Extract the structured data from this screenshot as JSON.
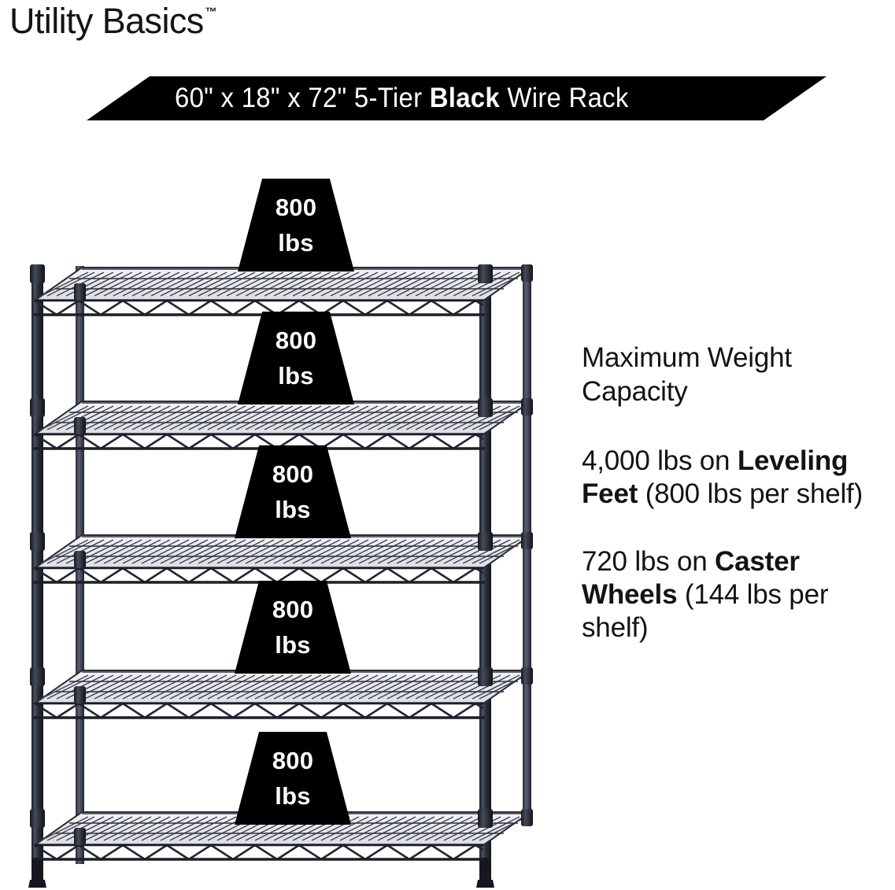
{
  "brand": {
    "name": "Utility Basics",
    "trademark": "™"
  },
  "banner": {
    "dimensions": "60\" x 18\" x 72\"",
    "tiers": "5-Tier",
    "color_word": "Black",
    "product": "Wire Rack",
    "full_text_prefix": "60\" x 18\" x 72\" 5-Tier ",
    "full_text_suffix": " Wire Rack",
    "background": "#000000",
    "text_color": "#ffffff"
  },
  "capacity": {
    "heading": "Maximum Weight Capacity",
    "leveling": {
      "total": "4,000 lbs on ",
      "bold": "Leveling Feet",
      "detail": " (800 lbs per shelf)"
    },
    "caster": {
      "total": "720 lbs on ",
      "bold": "Caster Wheels",
      "detail": " (144 lbs per shelf)"
    }
  },
  "rack": {
    "shelf_count": 5,
    "frame_color": "#2a2d38",
    "badges": [
      {
        "value": "800",
        "unit": "lbs"
      },
      {
        "value": "800",
        "unit": "lbs"
      },
      {
        "value": "800",
        "unit": "lbs"
      },
      {
        "value": "800",
        "unit": "lbs"
      },
      {
        "value": "800",
        "unit": "lbs"
      }
    ]
  }
}
